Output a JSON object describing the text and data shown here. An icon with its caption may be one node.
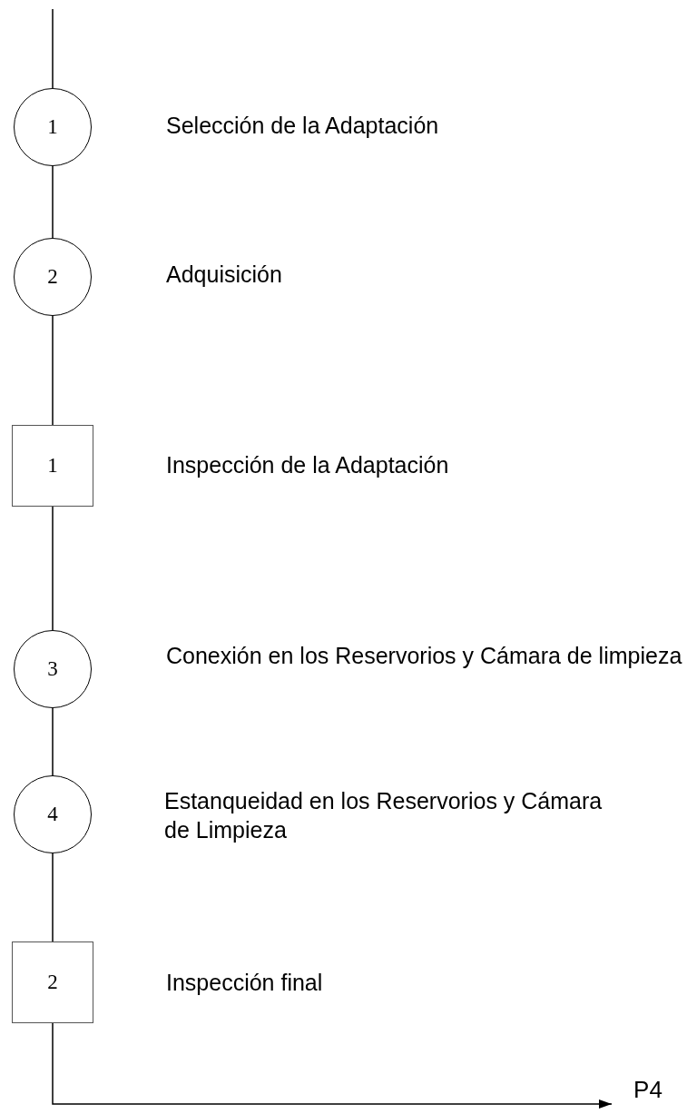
{
  "diagram": {
    "nodes": [
      {
        "text": [
          "1"
        ],
        "beside": [
          "Selección de la Adaptación"
        ]
      },
      {
        "text": [
          "2"
        ],
        "beside": [
          "Adquisición"
        ]
      },
      {
        "text": [
          "1"
        ],
        "beside": [
          "Inspección de la Adaptación"
        ]
      },
      {
        "text": [
          "3"
        ],
        "beside": [
          "Conexión en los Reservorios y Cámara de limpieza"
        ]
      },
      {
        "text": [
          "4"
        ],
        "beside": [
          "Estanqueidad en los Reservorios y Cámara de Limpieza"
        ]
      },
      {
        "text": [
          "2"
        ],
        "beside": [
          "Inspección final"
        ]
      },
      {
        "text": [
          "P4"
        ]
      }
    ],
    "edges": [
      {
        "from": null,
        "to": 0,
        "arrow": "none"
      },
      {
        "from": 0,
        "to": 1,
        "arrow": "none"
      },
      {
        "from": 1,
        "to": 2,
        "arrow": "none"
      },
      {
        "from": 2,
        "to": 3,
        "arrow": "none"
      },
      {
        "from": 3,
        "to": 4,
        "arrow": "none"
      },
      {
        "from": 4,
        "to": 5,
        "arrow": "none"
      },
      {
        "from": 5,
        "to": 6,
        "arrow": "to"
      }
    ]
  }
}
